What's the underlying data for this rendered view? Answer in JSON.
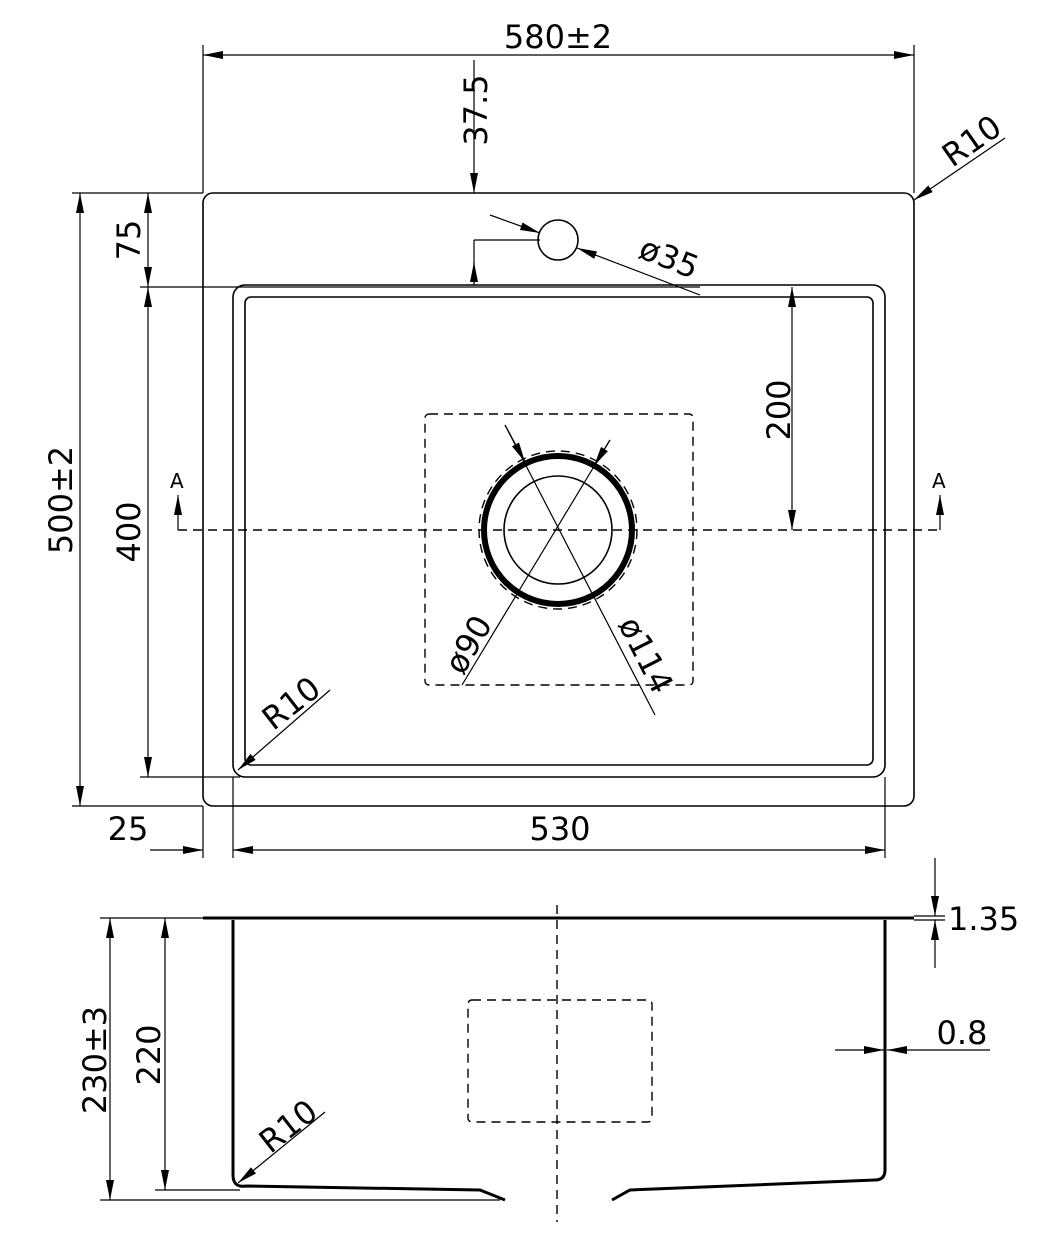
{
  "top_view": {
    "overall_width": "580±2",
    "tap_hole_offset": "37.5",
    "corner_radius_outer": "R10",
    "tap_hole_diameter": "ø35",
    "flange_top": "75",
    "overall_depth": "500±2",
    "bowl_length": "400",
    "drain_offset": "200",
    "section_mark_left": "A",
    "section_mark_right": "A",
    "drain_inner_diameter": "ø90",
    "drain_outer_diameter": "ø114",
    "corner_radius_bowl": "R10",
    "flange_side": "25",
    "bowl_width": "530"
  },
  "side_view": {
    "flange_thickness": "1.35",
    "wall_thickness": "0.8",
    "overall_height": "230±3",
    "bowl_height": "220",
    "bottom_radius": "R10"
  }
}
